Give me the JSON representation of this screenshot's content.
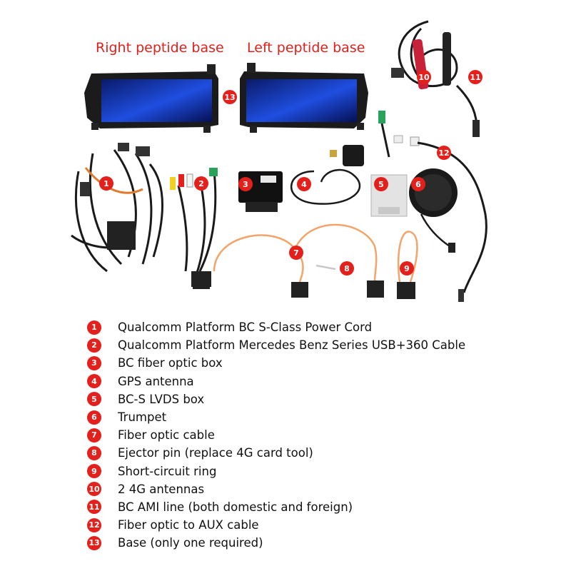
{
  "captions": {
    "right_base": "Right peptide base",
    "left_base": "Left peptide base"
  },
  "callouts": [
    "1",
    "2",
    "3",
    "4",
    "5",
    "6",
    "7",
    "8",
    "9",
    "10",
    "11",
    "12",
    "13"
  ],
  "legend": [
    {
      "num": "1",
      "label": "Qualcomm Platform BC S-Class Power Cord"
    },
    {
      "num": "2",
      "label": "Qualcomm Platform Mercedes Benz Series USB+360 Cable"
    },
    {
      "num": "3",
      "label": "BC fiber optic box"
    },
    {
      "num": "4",
      "label": "GPS antenna"
    },
    {
      "num": "5",
      "label": "BC-S LVDS box"
    },
    {
      "num": "6",
      "label": "Trumpet"
    },
    {
      "num": "7",
      "label": "Fiber optic cable"
    },
    {
      "num": "8",
      "label": "Ejector pin (replace 4G card tool)"
    },
    {
      "num": "9",
      "label": "Short-circuit ring"
    },
    {
      "num": "10",
      "label": "2 4G antennas"
    },
    {
      "num": "11",
      "label": "BC AMI line (both domestic and foreign)"
    },
    {
      "num": "12",
      "label": "Fiber optic to AUX cable"
    },
    {
      "num": "13",
      "label": "Base (only one required)"
    }
  ],
  "colors": {
    "accent": "#e3201b",
    "text": "#111111",
    "cable": "#1a1a1a",
    "fiber": "#f2a46b",
    "screen": "#1c3fc4"
  }
}
